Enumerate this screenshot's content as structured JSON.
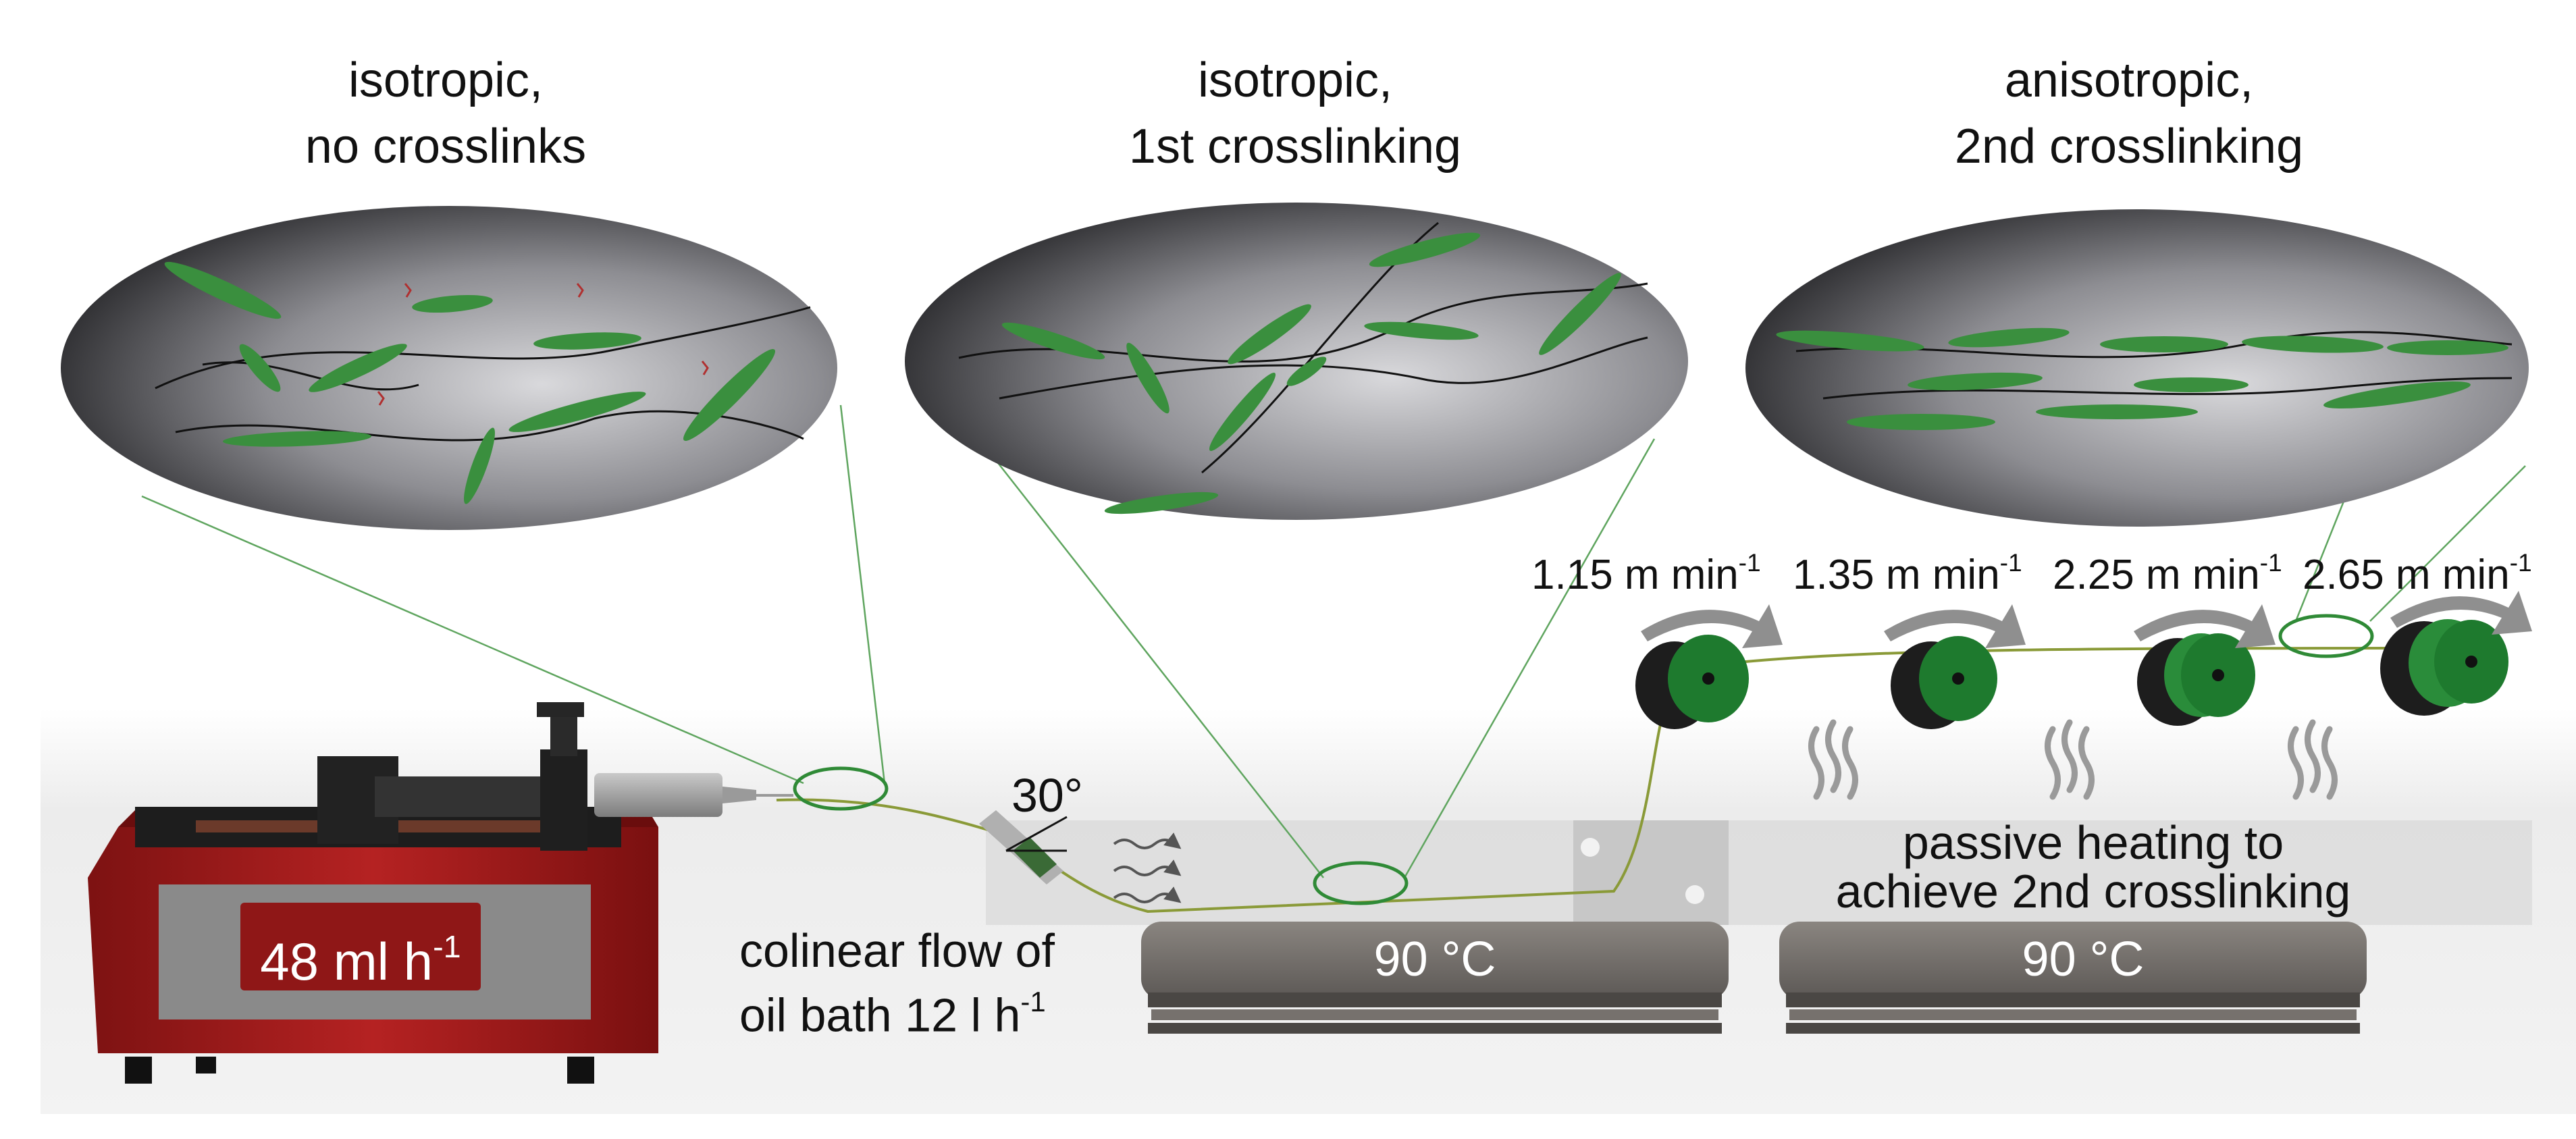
{
  "stages": [
    {
      "line1": "isotropic,",
      "line2": "no crosslinks"
    },
    {
      "line1": "isotropic,",
      "line2": "1st crosslinking"
    },
    {
      "line1": "anisotropic,",
      "line2": "2nd crosslinking"
    }
  ],
  "pump": {
    "rate": "48 ml h",
    "rate_exp": "-1"
  },
  "angle_label": "30°",
  "oil_bath": {
    "line1": "colinear flow of",
    "line2": "oil bath 12 l h",
    "exp": "-1"
  },
  "heating": {
    "line1": "passive heating to",
    "line2": "achieve 2nd crosslinking"
  },
  "plates": [
    {
      "temp": "90 °C"
    },
    {
      "temp": "90 °C"
    }
  ],
  "speeds": [
    {
      "value": "1.15 m min",
      "exp": "-1"
    },
    {
      "value": "1.35 m min",
      "exp": "-1"
    },
    {
      "value": "2.25 m min",
      "exp": "-1"
    },
    {
      "value": "2.65 m min",
      "exp": "-1"
    }
  ],
  "colors": {
    "pump_red": "#a31c1c",
    "fiber_green": "#2f8a36",
    "spool_green": "#1e7a2e",
    "plate_grey": "#6f6a66"
  }
}
